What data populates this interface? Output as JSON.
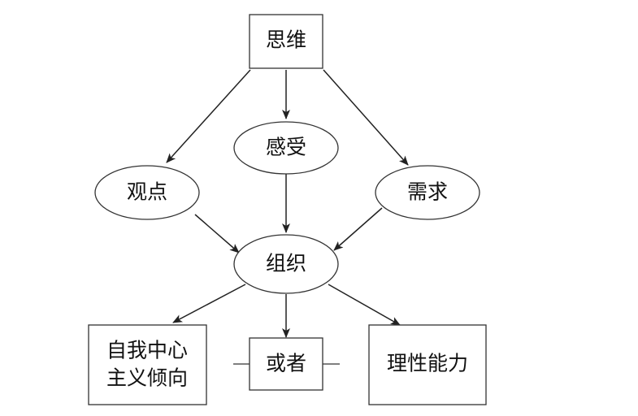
{
  "nodes": {
    "thinking": "思维",
    "feeling": "感受",
    "viewpoint": "观点",
    "needs": "需求",
    "organize": "组织",
    "egocentric": [
      "自我中心",
      "主义倾向"
    ],
    "or": "或者",
    "rational": "理性能力"
  },
  "colors": {
    "stroke": "#333333",
    "text": "#111111",
    "background": "#ffffff"
  }
}
